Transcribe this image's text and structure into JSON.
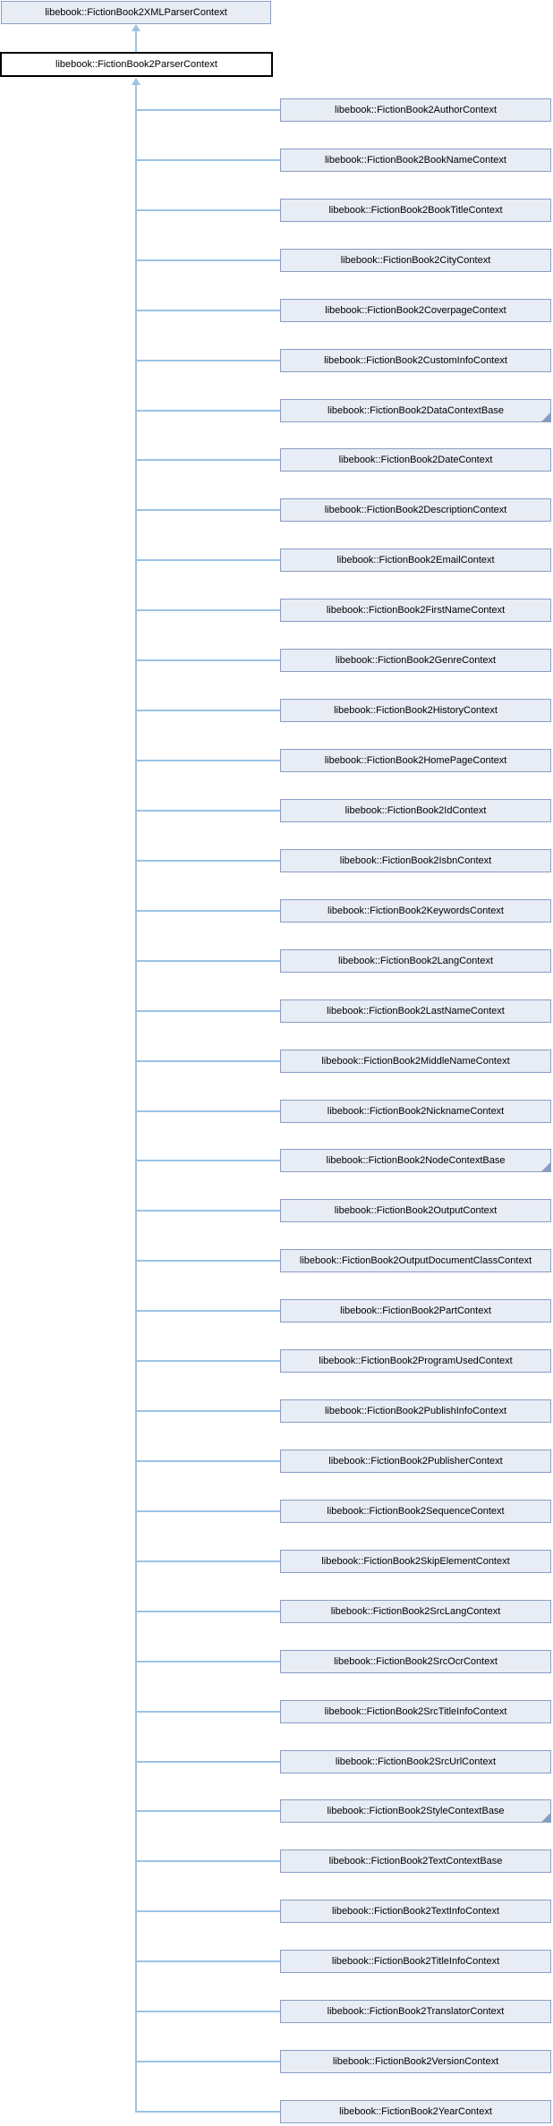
{
  "diagram": {
    "type": "inheritance-diagram",
    "colors": {
      "edge": "#9CC3E5",
      "node-fill": "#E8ECF4",
      "node-border": "#8A9CC4",
      "current-border": "#000000",
      "current-fill": "#FFFFFF"
    },
    "root": {
      "label": "libebook::FictionBook2XMLParserContext"
    },
    "current": {
      "label": "libebook::FictionBook2ParserContext"
    },
    "children": [
      {
        "label": "libebook::FictionBook2AuthorContext",
        "truncated": false
      },
      {
        "label": "libebook::FictionBook2BookNameContext",
        "truncated": false
      },
      {
        "label": "libebook::FictionBook2BookTitleContext",
        "truncated": false
      },
      {
        "label": "libebook::FictionBook2CityContext",
        "truncated": false
      },
      {
        "label": "libebook::FictionBook2CoverpageContext",
        "truncated": false
      },
      {
        "label": "libebook::FictionBook2CustomInfoContext",
        "truncated": false
      },
      {
        "label": "libebook::FictionBook2DataContextBase",
        "truncated": true
      },
      {
        "label": "libebook::FictionBook2DateContext",
        "truncated": false
      },
      {
        "label": "libebook::FictionBook2DescriptionContext",
        "truncated": false
      },
      {
        "label": "libebook::FictionBook2EmailContext",
        "truncated": false
      },
      {
        "label": "libebook::FictionBook2FirstNameContext",
        "truncated": false
      },
      {
        "label": "libebook::FictionBook2GenreContext",
        "truncated": false
      },
      {
        "label": "libebook::FictionBook2HistoryContext",
        "truncated": false
      },
      {
        "label": "libebook::FictionBook2HomePageContext",
        "truncated": false
      },
      {
        "label": "libebook::FictionBook2IdContext",
        "truncated": false
      },
      {
        "label": "libebook::FictionBook2IsbnContext",
        "truncated": false
      },
      {
        "label": "libebook::FictionBook2KeywordsContext",
        "truncated": false
      },
      {
        "label": "libebook::FictionBook2LangContext",
        "truncated": false
      },
      {
        "label": "libebook::FictionBook2LastNameContext",
        "truncated": false
      },
      {
        "label": "libebook::FictionBook2MiddleNameContext",
        "truncated": false
      },
      {
        "label": "libebook::FictionBook2NicknameContext",
        "truncated": false
      },
      {
        "label": "libebook::FictionBook2NodeContextBase",
        "truncated": true
      },
      {
        "label": "libebook::FictionBook2OutputContext",
        "truncated": false
      },
      {
        "label": "libebook::FictionBook2OutputDocumentClassContext",
        "truncated": false
      },
      {
        "label": "libebook::FictionBook2PartContext",
        "truncated": false
      },
      {
        "label": "libebook::FictionBook2ProgramUsedContext",
        "truncated": false
      },
      {
        "label": "libebook::FictionBook2PublishInfoContext",
        "truncated": false
      },
      {
        "label": "libebook::FictionBook2PublisherContext",
        "truncated": false
      },
      {
        "label": "libebook::FictionBook2SequenceContext",
        "truncated": false
      },
      {
        "label": "libebook::FictionBook2SkipElementContext",
        "truncated": false
      },
      {
        "label": "libebook::FictionBook2SrcLangContext",
        "truncated": false
      },
      {
        "label": "libebook::FictionBook2SrcOcrContext",
        "truncated": false
      },
      {
        "label": "libebook::FictionBook2SrcTitleInfoContext",
        "truncated": false
      },
      {
        "label": "libebook::FictionBook2SrcUrlContext",
        "truncated": false
      },
      {
        "label": "libebook::FictionBook2StyleContextBase",
        "truncated": true
      },
      {
        "label": "libebook::FictionBook2TextContextBase",
        "truncated": false
      },
      {
        "label": "libebook::FictionBook2TextInfoContext",
        "truncated": false
      },
      {
        "label": "libebook::FictionBook2TitleInfoContext",
        "truncated": false
      },
      {
        "label": "libebook::FictionBook2TranslatorContext",
        "truncated": false
      },
      {
        "label": "libebook::FictionBook2VersionContext",
        "truncated": false
      },
      {
        "label": "libebook::FictionBook2YearContext",
        "truncated": false
      }
    ]
  }
}
